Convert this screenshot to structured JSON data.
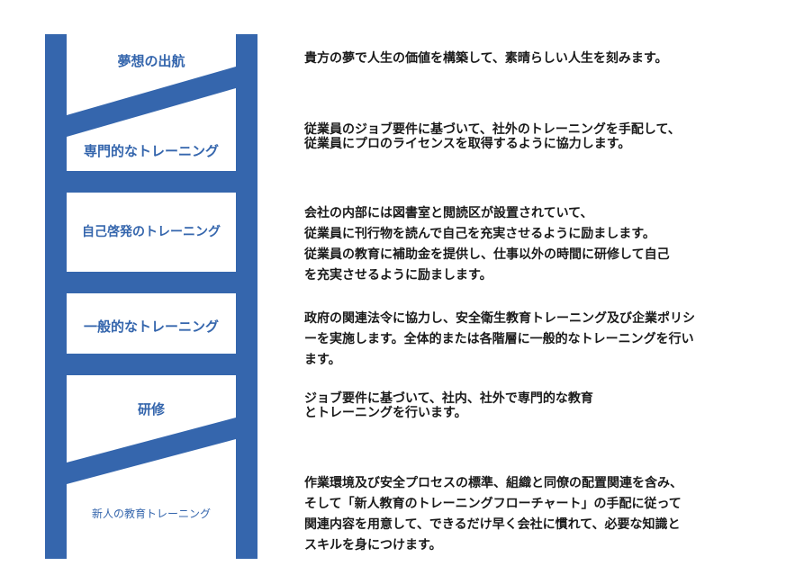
{
  "colors": {
    "ladder": "#3566ad",
    "text": "#1a1a1a"
  },
  "steps": [
    {
      "label": "夢想の出航",
      "desc": [
        "貴方の夢で人生の価値を構築して、素晴らしい人生を刻みます。"
      ]
    },
    {
      "label": "専門的なトレーニング",
      "desc": [
        "従業員のジョブ要件に基づいて、社外のトレーニングを手配して、",
        "従業員にプロのライセンスを取得するように協力します。"
      ]
    },
    {
      "label": "自己啓発のトレーニング",
      "desc": [
        "会社の内部には図書室と閲読区が設置されていて、",
        "従業員に刊行物を読んで自己を充実させるように励まします。",
        "従業員の教育に補助金を提供し、仕事以外の時間に研修して自己",
        "を充実させるように励まします。"
      ]
    },
    {
      "label": "一般的なトレーニング",
      "desc": [
        "政府の関連法令に協力し、安全衛生教育トレーニング及び企業ポリシ",
        "ーを実施します。全体的または各階層に一般的なトレーニングを行い",
        "ます。"
      ]
    },
    {
      "label": "研修",
      "desc": [
        "ジョブ要件に基づいて、社内、社外で専門的な教育",
        "とトレーニングを行います。"
      ]
    },
    {
      "label": "新人の教育トレーニング",
      "desc": [
        "作業環境及び安全プロセスの標準、組織と同僚の配置関連を含み、",
        "そして「新人教育のトレーニングフローチャート」の手配に従って",
        "関連内容を用意して、できるだけ早く会社に慣れて、必要な知識と",
        "スキルを身につけます。"
      ]
    }
  ]
}
